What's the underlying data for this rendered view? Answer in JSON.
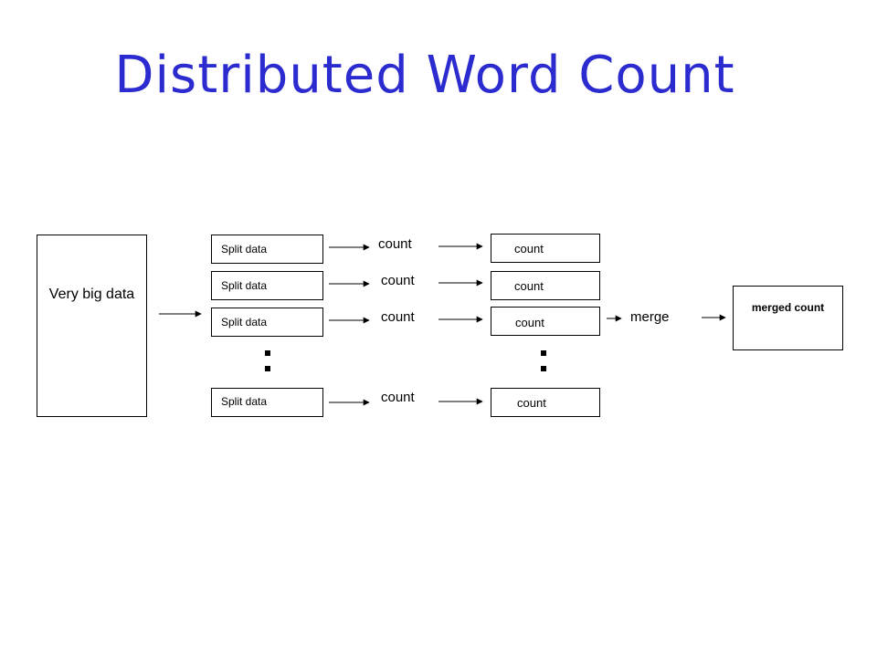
{
  "title": "Distributed Word Count",
  "source": {
    "label": "Very big data"
  },
  "splits": [
    {
      "label": "Split data",
      "middle_label": "count",
      "result_label": "count"
    },
    {
      "label": "Split data",
      "middle_label": "count",
      "result_label": "count"
    },
    {
      "label": "Split data",
      "middle_label": "count",
      "result_label": "count"
    },
    {
      "label": "Split data",
      "middle_label": "count",
      "result_label": "count"
    }
  ],
  "merge_label": "merge",
  "output": {
    "label": "merged count"
  },
  "colors": {
    "title": "#2b2bd0",
    "lines": "#000000"
  }
}
